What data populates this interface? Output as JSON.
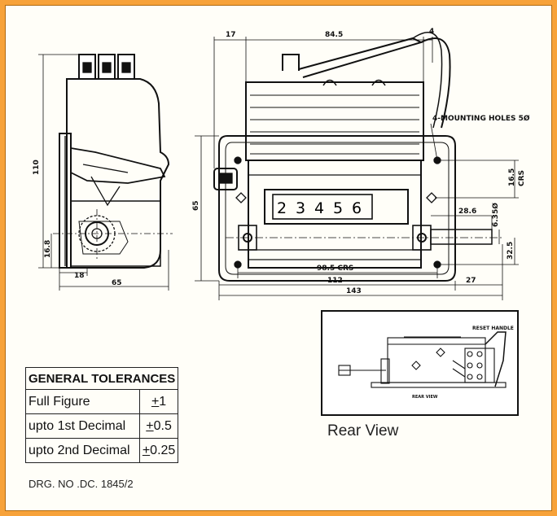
{
  "dimensions": {
    "d17": "17",
    "d84_5": "84.5",
    "d4": "4",
    "d110": "110",
    "d65_height": "65",
    "d16_8": "16.8",
    "d18": "18",
    "d65_width": "65",
    "d98_5": "98.5 CRS",
    "d112": "112",
    "d143": "143",
    "d27": "27",
    "d28_6": "28.6",
    "d6_35": "6.35Ø",
    "d32_5": "32.5",
    "d16_5": "16.5",
    "crs": "CRS"
  },
  "mounting_note": "4-MOUNTING HOLES 5Ø",
  "counter_digits": [
    "2",
    "3",
    "4",
    "5",
    "6"
  ],
  "rear_view": {
    "reset_handle": "RESET HANDLE",
    "inner_label": "REAR VIEW",
    "caption": "Rear View"
  },
  "tolerances": {
    "title": "GENERAL TOLERANCES",
    "rows": [
      {
        "label": "Full Figure",
        "value": "1"
      },
      {
        "label": "upto 1st Decimal",
        "value": "0.5"
      },
      {
        "label": "upto 2nd Decimal",
        "value": "0.25"
      }
    ],
    "pm_symbol": "+"
  },
  "drawing_number": "DRG. NO .DC. 1845/2"
}
